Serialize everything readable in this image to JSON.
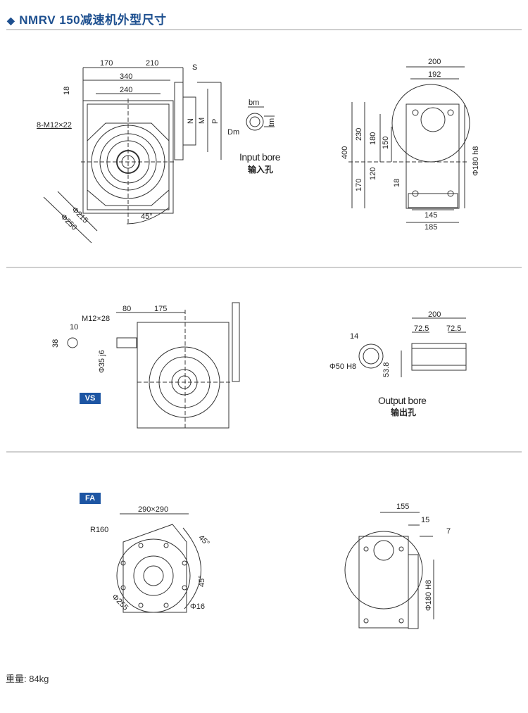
{
  "header": {
    "title": "NMRV 150减速机外型尺寸",
    "icon": "diamond-bullet-icon"
  },
  "section1": {
    "front": {
      "d170": "170",
      "d210": "210",
      "s": "S",
      "d340": "340",
      "d240": "240",
      "d18": "18",
      "bolts": "8-M12×22",
      "n": "N",
      "m": "M",
      "p": "P",
      "phi215": "Φ215",
      "phi250": "Φ250",
      "angle": "45°"
    },
    "input_bore": {
      "bm": "bm",
      "dm": "Dm",
      "tm": "tm",
      "caption_en": "Input bore",
      "caption_cn": "输入孔"
    },
    "side": {
      "d200": "200",
      "d192": "192",
      "d230": "230",
      "d400": "400",
      "d180": "180",
      "d150": "150",
      "d170": "170",
      "d120": "120",
      "d18": "18",
      "phi180": "Φ180 h8",
      "d145": "145",
      "d185": "185"
    }
  },
  "section2": {
    "badge": "VS",
    "vs": {
      "thread": "M12×28",
      "d80": "80",
      "d175": "175",
      "d10": "10",
      "d38": "38",
      "phi35": "Φ35 j6"
    },
    "output_bore": {
      "d14": "14",
      "phi50": "Φ50 H8",
      "d53_8": "53.8",
      "d200": "200",
      "d72_5a": "72.5",
      "d72_5b": "72.5",
      "caption_en": "Output bore",
      "caption_cn": "输出孔"
    }
  },
  "section3": {
    "badge": "FA",
    "fa": {
      "square": "290×290",
      "r160": "R160",
      "angle1": "45°",
      "angle2": "45°",
      "phi16": "Φ16",
      "phi255": "Φ255"
    },
    "side": {
      "d155": "155",
      "d15": "15",
      "d7": "7",
      "phi180": "Φ180 H8"
    }
  },
  "footer": {
    "weight": "重量: 84kg"
  }
}
